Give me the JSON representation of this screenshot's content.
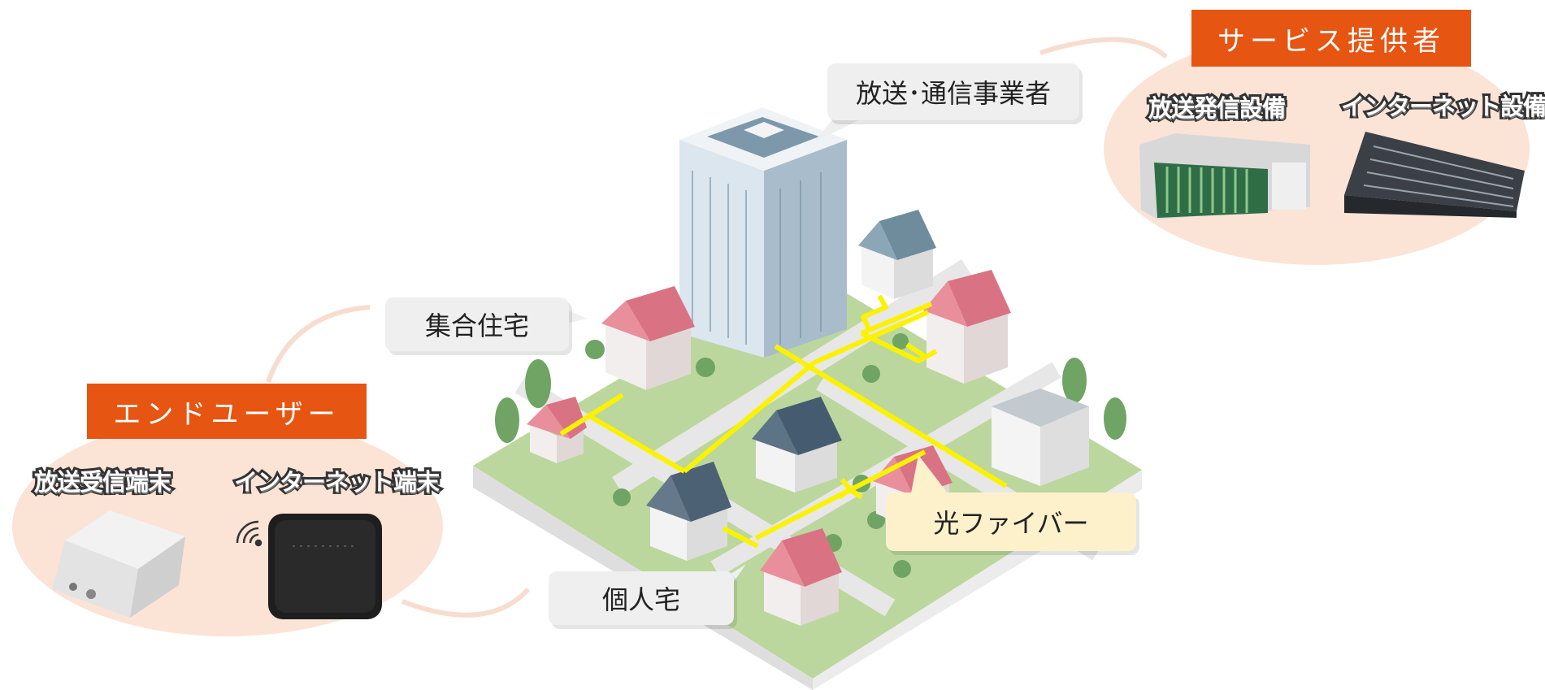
{
  "end_user": {
    "title": "エンドユーザー",
    "devices": [
      {
        "label": "放送受信端末",
        "icon": "broadcast-receiver-icon"
      },
      {
        "label": "インターネット端末",
        "icon": "internet-router-icon"
      }
    ]
  },
  "service_provider": {
    "title": "サービス提供者",
    "devices": [
      {
        "label": "放送発信設備",
        "icon": "broadcast-transmitter-rack-icon"
      },
      {
        "label": "インターネット設備",
        "icon": "server-rack-icon"
      }
    ]
  },
  "city": {
    "operator_label": "放送･通信事業者",
    "apartment_label": "集合住宅",
    "house_label": "個人宅",
    "fiber_label": "光ファイバー"
  },
  "colors": {
    "accent_orange": "#e65512",
    "panel_peach": "#fbe3d6",
    "fiber_yellow": "#fbf200",
    "callout_grey": "#efefef",
    "callout_cream": "#fdf1cc"
  }
}
